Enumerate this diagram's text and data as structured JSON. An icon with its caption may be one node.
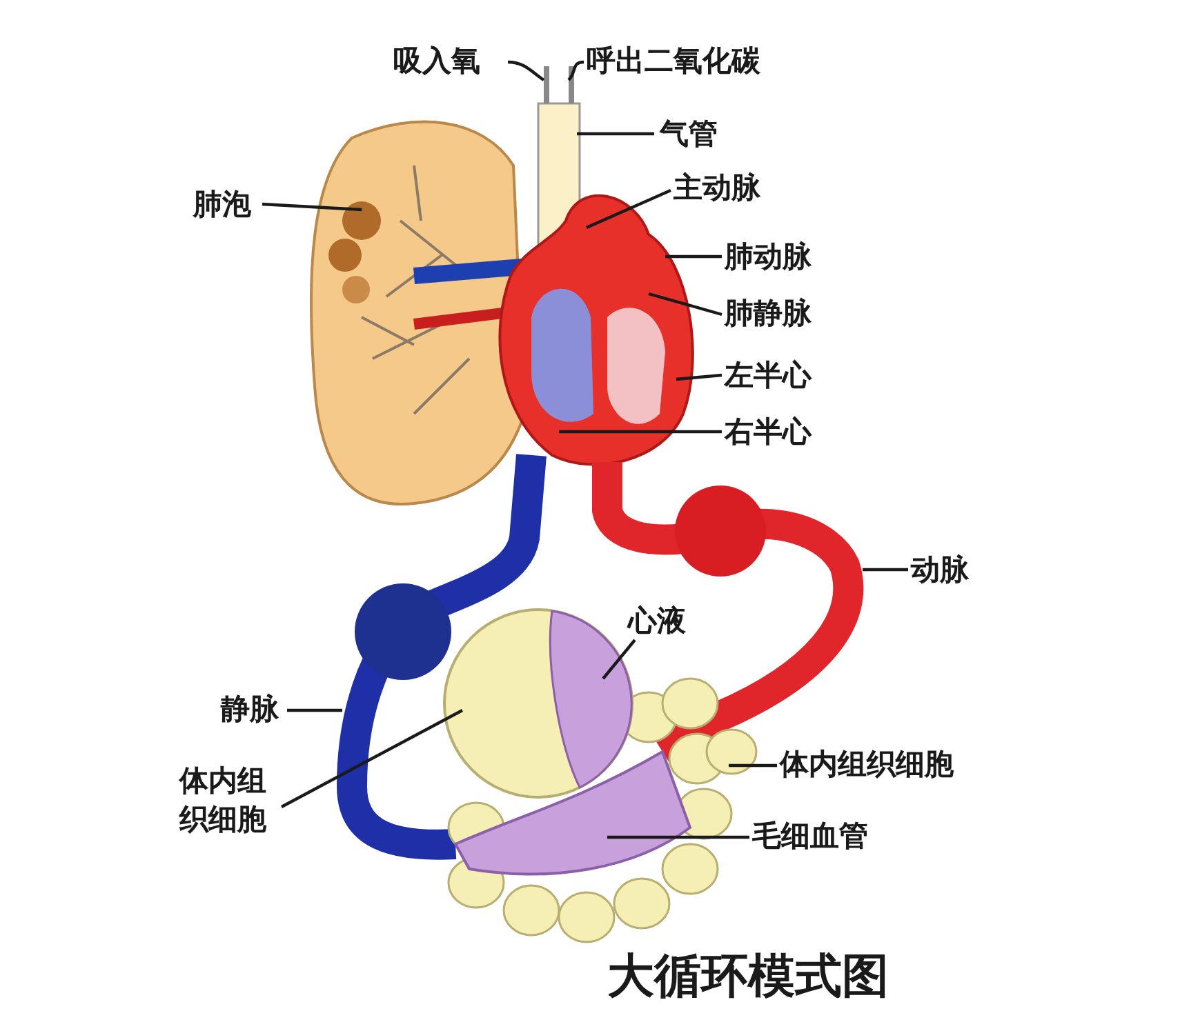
{
  "diagram": {
    "caption": "大循环模式图",
    "nodes": [
      {
        "text": [
          "吸入氧"
        ]
      },
      {
        "text": [
          "呼出二氧化碳"
        ]
      },
      {
        "text": [
          "气管"
        ]
      },
      {
        "text": [
          "肺泡"
        ]
      },
      {
        "text": [
          "主动脉"
        ]
      },
      {
        "text": [
          "肺动脉"
        ]
      },
      {
        "text": [
          "肺静脉"
        ]
      },
      {
        "text": [
          "左半心"
        ]
      },
      {
        "text": [
          "右半心"
        ]
      },
      {
        "text": [
          "动脉"
        ]
      },
      {
        "text": [
          "心液"
        ]
      },
      {
        "text": [
          "静脉"
        ]
      },
      {
        "text": [
          "体内组织细胞"
        ]
      },
      {
        "text": [
          "体内组织细胞"
        ]
      },
      {
        "text": [
          "毛细血管"
        ]
      }
    ],
    "edges": [
      {
        "from": 0,
        "to": null,
        "arrow": "none"
      },
      {
        "from": 1,
        "to": null,
        "arrow": "none"
      },
      {
        "from": 2,
        "to": null,
        "arrow": "none"
      },
      {
        "from": 3,
        "to": null,
        "arrow": "none"
      },
      {
        "from": 4,
        "to": null,
        "arrow": "none"
      },
      {
        "from": 5,
        "to": null,
        "arrow": "none"
      },
      {
        "from": 6,
        "to": null,
        "arrow": "none"
      },
      {
        "from": 7,
        "to": null,
        "arrow": "none"
      },
      {
        "from": 8,
        "to": null,
        "arrow": "none"
      },
      {
        "from": 9,
        "to": null,
        "arrow": "none"
      },
      {
        "from": 10,
        "to": null,
        "arrow": "none"
      },
      {
        "from": 11,
        "to": null,
        "arrow": "none"
      },
      {
        "from": 12,
        "to": null,
        "arrow": "none"
      },
      {
        "from": 13,
        "to": null,
        "arrow": "none"
      },
      {
        "from": 14,
        "to": null,
        "arrow": "none"
      }
    ]
  }
}
